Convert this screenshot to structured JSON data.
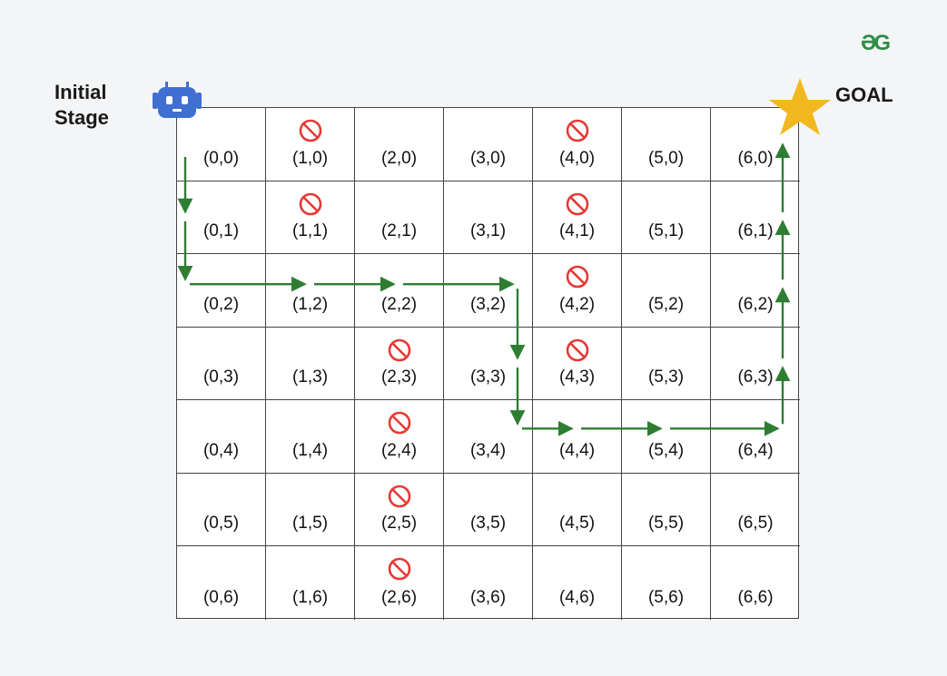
{
  "labels": {
    "initial_line1": "Initial",
    "initial_line2": "Stage",
    "goal": "GOAL",
    "logo": "ƏG"
  },
  "colors": {
    "background": "#f4f5f7",
    "grid_line": "#444444",
    "path": "#2e7d32",
    "blocked": "#e53935",
    "robot": "#3f6fd1",
    "star": "#f2b81f",
    "logo": "#2f8d46"
  },
  "icons": {
    "robot": "robot-icon",
    "goal": "star-icon",
    "blocked": "no-entry-icon"
  },
  "grid": {
    "cols": 7,
    "rows": 7,
    "blocked": [
      [
        1,
        0
      ],
      [
        4,
        0
      ],
      [
        1,
        1
      ],
      [
        4,
        1
      ],
      [
        4,
        2
      ],
      [
        2,
        3
      ],
      [
        4,
        3
      ],
      [
        2,
        4
      ],
      [
        2,
        5
      ],
      [
        2,
        6
      ]
    ],
    "path": [
      [
        0,
        0
      ],
      [
        0,
        1
      ],
      [
        0,
        2
      ],
      [
        1,
        2
      ],
      [
        2,
        2
      ],
      [
        3,
        2
      ],
      [
        3,
        3
      ],
      [
        3,
        4
      ],
      [
        4,
        4
      ],
      [
        5,
        4
      ],
      [
        6,
        4
      ],
      [
        6,
        3
      ],
      [
        6,
        2
      ],
      [
        6,
        1
      ],
      [
        6,
        0
      ]
    ]
  }
}
